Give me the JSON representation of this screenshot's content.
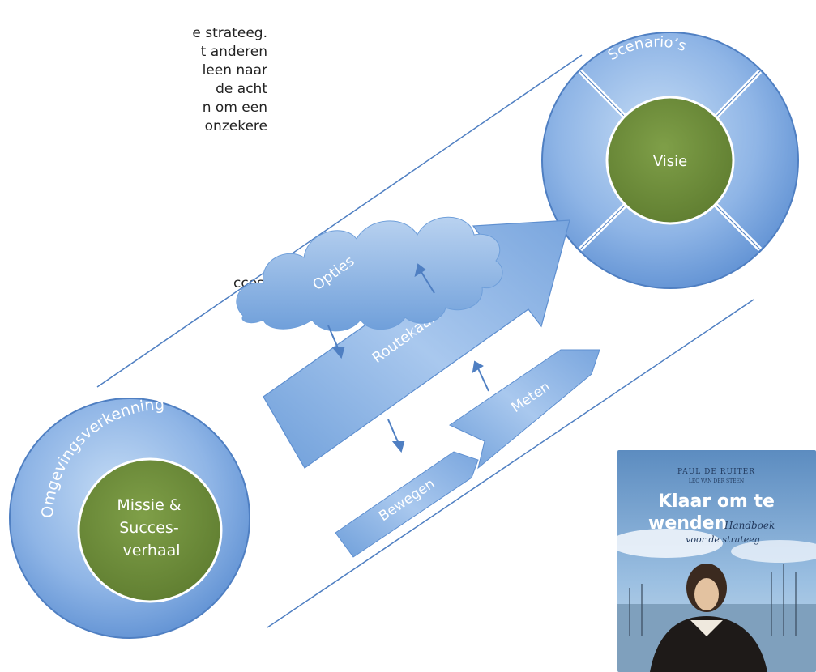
{
  "intro_lines": [
    "e strateeg.",
    "t anderen",
    "leen naar",
    "de acht",
    "n om een",
    "onzekere"
  ],
  "question": "cces?",
  "diagram": {
    "left_circle": {
      "ring_label": "Omgevingsverkenning",
      "center_label_lines": [
        "Missie &",
        "Succes-",
        "verhaal"
      ]
    },
    "right_circle": {
      "ring_label": "Scenario’s",
      "center_label": "Visie"
    },
    "cloud_label": "Opties",
    "main_arrow_label": "Routekaart",
    "lower_arrow_left_label": "Bewegen",
    "lower_arrow_right_label": "Meten"
  },
  "book": {
    "author": "PAUL DE RUITER",
    "subauthor": "LEO VAN DER STEEN",
    "title_line1": "Klaar om te",
    "title_line2": "wenden",
    "subtitle_a": "Handboek",
    "subtitle_b": "voor de strateeg"
  },
  "colors": {
    "blue_light": "#aac8ec",
    "blue_mid": "#6f9fda",
    "blue_dark": "#3f72b8",
    "green": "#6b8a38",
    "book_sky": "#6e9cc9"
  }
}
